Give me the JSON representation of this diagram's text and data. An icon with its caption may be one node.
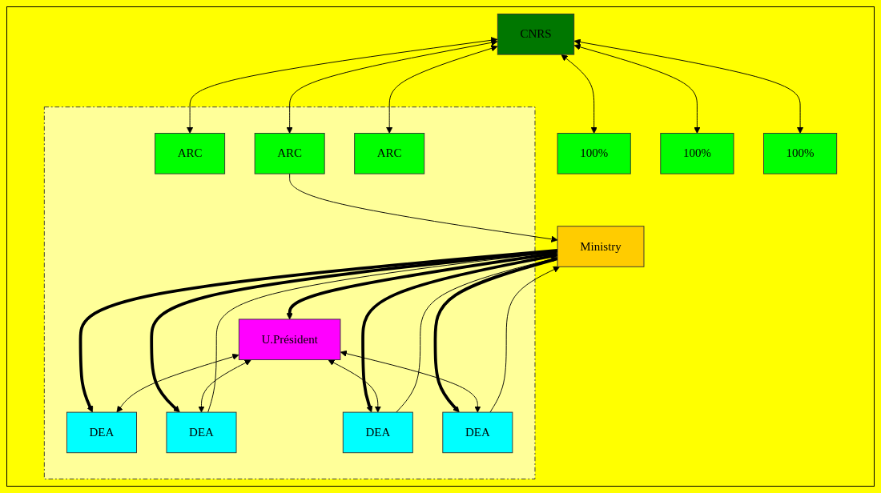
{
  "diagram": {
    "nodes": [
      {
        "text": [
          "CNRS"
        ]
      },
      {
        "text": [
          "100%"
        ]
      },
      {
        "text": [
          "100%"
        ]
      },
      {
        "text": [
          "100%"
        ]
      },
      {
        "text": [
          "Ministry"
        ]
      },
      {
        "text": [],
        "shape": "box"
      },
      {
        "text": [
          "ARC"
        ],
        "in": 5
      },
      {
        "text": [
          "ARC"
        ],
        "in": 5
      },
      {
        "text": [
          "ARC"
        ],
        "in": 5
      },
      {
        "text": [
          "U.Président"
        ],
        "in": 5
      },
      {
        "text": [
          "DEA"
        ],
        "in": 5
      },
      {
        "text": [
          "DEA"
        ],
        "in": 5
      },
      {
        "text": [
          "DEA"
        ],
        "in": 5
      },
      {
        "text": [
          "DEA"
        ],
        "in": 5
      }
    ],
    "edges": [
      {
        "from": 0,
        "to": 1,
        "arrow": "both"
      },
      {
        "from": 0,
        "to": 2,
        "arrow": "both"
      },
      {
        "from": 0,
        "to": 3,
        "arrow": "both"
      },
      {
        "from": 0,
        "to": 6,
        "arrow": "both"
      },
      {
        "from": 0,
        "to": 7,
        "arrow": "both"
      },
      {
        "from": 0,
        "to": 8,
        "arrow": "both"
      },
      {
        "from": 7,
        "to": 4,
        "arrow": "to"
      },
      {
        "from": 4,
        "to": 10,
        "arrow": "to",
        "style": "thick"
      },
      {
        "from": 9,
        "to": 10,
        "arrow": "both"
      },
      {
        "from": 4,
        "to": 11,
        "arrow": "to",
        "style": "thick"
      },
      {
        "from": 11,
        "to": 4,
        "arrow": "to"
      },
      {
        "from": 9,
        "to": 11,
        "arrow": "both"
      },
      {
        "from": 4,
        "to": 9,
        "arrow": "both",
        "style": "thick"
      },
      {
        "from": 4,
        "to": 12,
        "arrow": "to",
        "style": "thick"
      },
      {
        "from": 12,
        "to": 4,
        "arrow": "to"
      },
      {
        "from": 9,
        "to": 12,
        "arrow": "both"
      },
      {
        "from": 4,
        "to": 13,
        "arrow": "to",
        "style": "thick"
      },
      {
        "from": 13,
        "to": 4,
        "arrow": "to"
      },
      {
        "from": 9,
        "to": 13,
        "arrow": "both"
      }
    ]
  }
}
